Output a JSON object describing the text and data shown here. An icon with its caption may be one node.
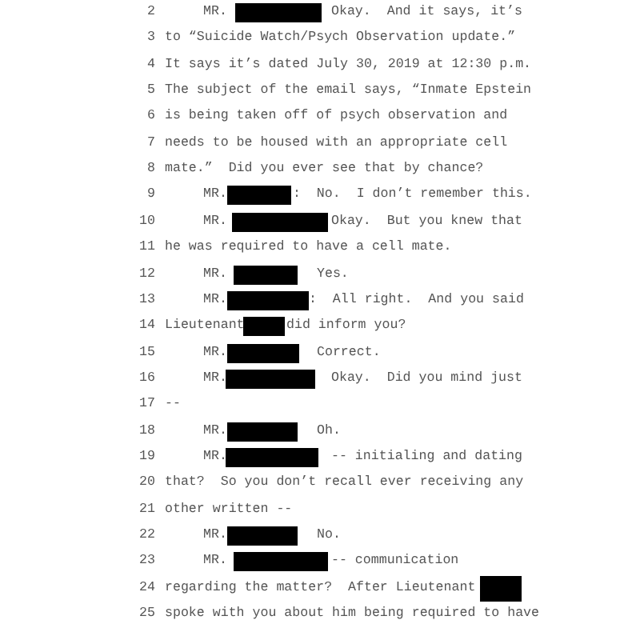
{
  "diagram": {
    "labels": [
      "2",
      "MR.",
      "Okay.  And it says, it’s",
      "3",
      "to “Suicide Watch/Psych Observation update.”",
      "4",
      "It says it’s dated July 30, 2019 at 12:30 p.m.",
      "5",
      "The subject of the email says, “Inmate Epstein",
      "6",
      "is being taken off of psych observation and",
      "7",
      "needs to be housed with an appropriate cell",
      "8",
      "mate.”  Did you ever see that by chance?",
      "9",
      "MR.",
      ":  No.  I don’t remember this.",
      "10",
      "MR.",
      "Okay.  But you knew that",
      "11",
      "he was required to have a cell mate.",
      "12",
      "MR.",
      "Yes.",
      "13",
      "MR.",
      ":  All right.  And you said",
      "14",
      "Lieutenant",
      "did inform you?",
      "15",
      "MR.",
      "Correct.",
      "16",
      "MR.",
      "Okay.  Did you mind just",
      "17",
      "--",
      "18",
      "MR.",
      "Oh.",
      "19",
      "MR.",
      "-- initialing and dating",
      "20",
      "that?  So you don’t recall ever receiving any",
      "21",
      "other written --",
      "22",
      "MR.",
      "No.",
      "23",
      "MR.",
      "-- communication",
      "24",
      "regarding the matter?  After Lieutenant",
      "25",
      "spoke with you about him being required to have"
    ]
  }
}
